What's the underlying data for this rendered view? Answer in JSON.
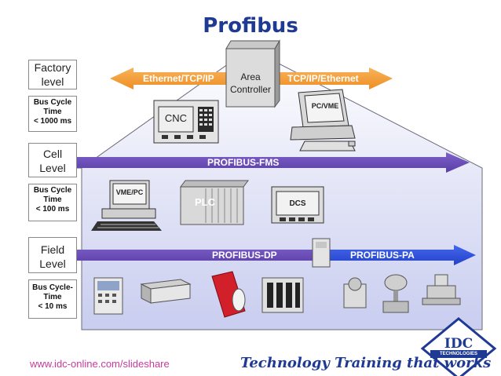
{
  "title": "Profibus",
  "levels": [
    {
      "name_lines": [
        "Factory",
        "level"
      ],
      "cycle_lines": [
        "Bus Cycle",
        "Time",
        "< 1000 ms"
      ]
    },
    {
      "name_lines": [
        "Cell",
        "Level"
      ],
      "cycle_lines": [
        "Bus Cycle",
        "Time",
        "< 100 ms"
      ]
    },
    {
      "name_lines": [
        "Field",
        "Level"
      ],
      "cycle_lines": [
        "Bus Cycle-",
        "Time",
        "< 10 ms"
      ]
    }
  ],
  "buses": {
    "ethernet_left": "Ethernet/TCP/IP",
    "ethernet_right": "TCP/IP/Ethernet",
    "fms": "PROFIBUS-FMS",
    "dp": "PROFIBUS-DP",
    "pa": "PROFIBUS-PA"
  },
  "devices": {
    "area_controller_lines": [
      "Area",
      "Controller"
    ],
    "cnc": "CNC",
    "pc_vme": "PC/VME",
    "vme_pc": "VME/PC",
    "plc": "PLC",
    "dcs": "DCS"
  },
  "logo": {
    "text": "IDC",
    "sub": "TECHNOLOGIES"
  },
  "footer": {
    "url": "www.idc-online.com/slideshare",
    "slogan": "Technology Training that works"
  },
  "colors": {
    "orange_bus": "#f5a142",
    "purple_bus": "#6a4cb8",
    "blue_bus": "#3354e0",
    "title": "#1f3a93"
  }
}
